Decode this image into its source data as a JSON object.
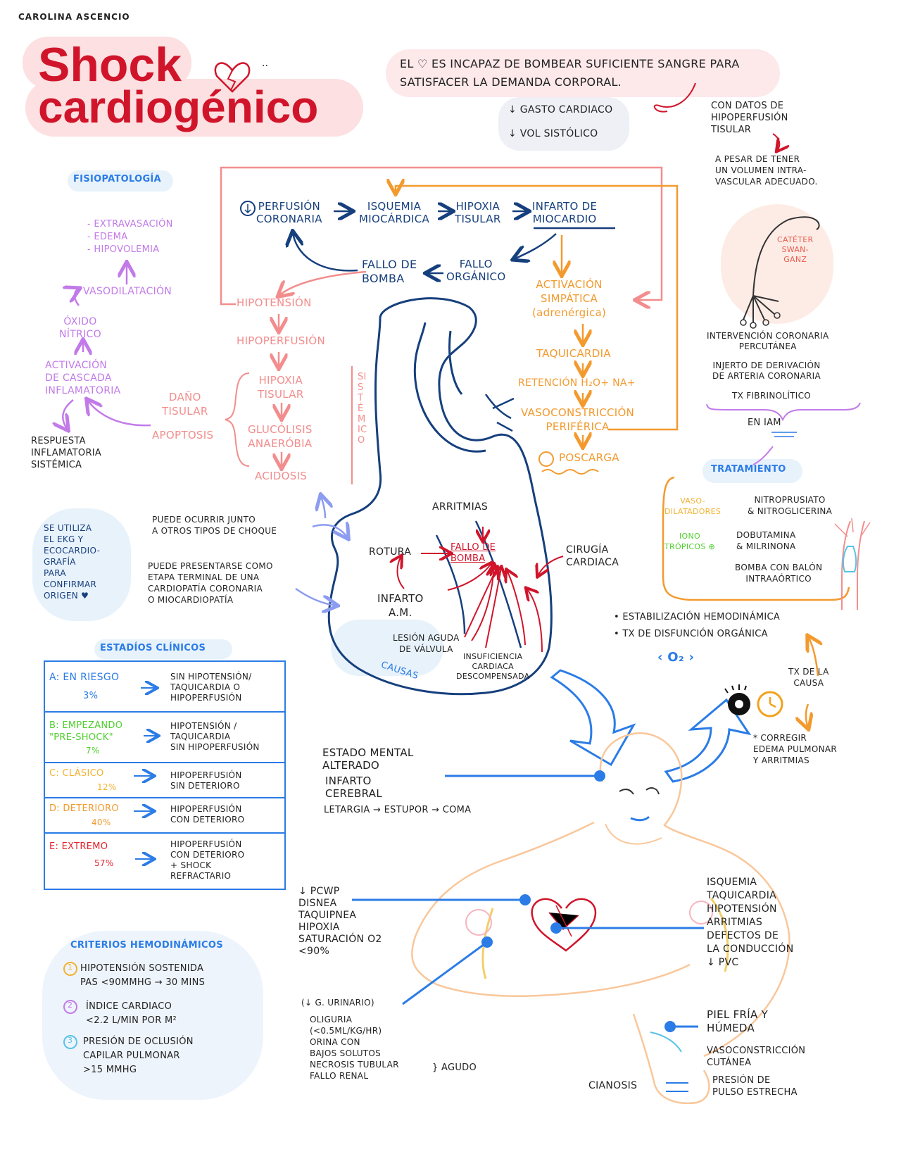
{
  "author": "CAROLINA ASCENCIO",
  "title": {
    "line1": "Shock",
    "line2": "cardiogénico"
  },
  "definition": {
    "text": "EL ♡ ES INCAPAZ DE BOMBEAR SUFICIENTE SANGRE PARA\nSATISFACER LA DEMANDA CORPORAL.",
    "bullet1": "↓ GASTO CARDIACO",
    "bullet2": "↓ VOL SISTÓLICO",
    "side1": "CON DATOS DE\nHIPOPERFUSIÓN\nTISULAR",
    "side2": "A PESAR DE TENER\nUN VOLUMEN INTRA-\nVASCULAR ADECUADO."
  },
  "fisiopatologia": {
    "label": "FISIOPATOLOGÍA",
    "effects": "- EXTRAVASACIÓN\n- EDEMA\n- HIPOVOLEMIA",
    "vasodilatacion": "VASODILATACIÓN",
    "oxido": "ÓXIDO\nNÍTRICO",
    "cascada": "ACTIVACIÓN\nDE CASCADA\nINFLAMATORIA",
    "respuesta": "RESPUESTA\nINFLAMATORIA\nSISTÉMICA",
    "dano": "DAÑO\nTISULAR",
    "apoptosis": "APOPTOSIS"
  },
  "cycle": {
    "perfusion": "PERFUSIÓN\nCORONARIA",
    "isquemia": "ISQUEMIA\nMIOCÁRDICA",
    "hipoxia": "HIPOXIA\nTISULAR",
    "infarto": "INFARTO DE\nMIOCARDIO",
    "fallo_bomba": "FALLO DE\nBOMBA",
    "fallo_organico": "FALLO\nORGÁNICO",
    "hipotension": "HIPOTENSIÓN",
    "hipoperfusion": "HIPOPERFUSIÓN",
    "hipoxia_tisular": "HIPOXIA\nTISULAR",
    "glucolisis": "GLUCÓLISIS\nANAERÓBIA",
    "acidosis": "ACIDOSIS",
    "sistemico": "SISTÉMICO",
    "activacion": "ACTIVACIÓN\nSIMPÁTICA\n(adrenérgica)",
    "taquicardia": "TAQUICARDIA",
    "retencion": "RETENCIÓN H₂O+ Na+",
    "vasoconstriccion": "VASOCONSTRICCIÓN\nPERIFÉRICA",
    "poscarga": "POSCARGA"
  },
  "causas": {
    "label": "CAUSAS",
    "arritmias": "ARRITMIAS",
    "rotura": "ROTURA",
    "fallo": "FALLO DE\nBOMBA",
    "cirugia": "CIRUGÍA\nCARDIACA",
    "infarto": "INFARTO\nA.M.",
    "lesion": "LESIÓN AGUDA\nDE VÁLVULA",
    "insuficiencia": "INSUFICIENCIA\nCARDIACA\nDESCOMPENSADA",
    "note1": "PUEDE OCURRIR JUNTO\nA OTROS TIPOS DE CHOQUE",
    "note2": "PUEDE PRESENTARSE COMO\nETAPA TERMINAL DE UNA\nCARDIOPATÍA CORONARIA\nO MIOCARDIOPATÍA"
  },
  "diagnostico": "SE UTILIZA\nEL EKG Y\nECOCARDIO-\nGRAFÍA\nPARA\nCONFIRMAR\nORIGEN ♥",
  "estadios": {
    "label": "ESTADÍOS CLÍNICOS",
    "rows": [
      {
        "name": "A: EN RIESGO",
        "pct": "3%",
        "desc": "SIN HIPOTENSIÓN/\nTAQUICARDIA O\nHIPOPERFUSIÓN",
        "color": "#2b7ce6"
      },
      {
        "name": "B: EMPEZANDO\n\"PRE-SHOCK\"",
        "pct": "7%",
        "desc": "HIPOTENSIÓN /\nTAQUICARDIA\nSIN HIPOPERFUSIÓN",
        "color": "#4fcf2e"
      },
      {
        "name": "C: CLÁSICO",
        "pct": "12%",
        "desc": "HIPOPERFUSIÓN\nSIN DETERIORO",
        "color": "#f2b233"
      },
      {
        "name": "D: DETERIORO",
        "pct": "40%",
        "desc": "HIPOPERFUSIÓN\nCON DETERIORO",
        "color": "#f39a2e"
      },
      {
        "name": "E: EXTREMO",
        "pct": "57%",
        "desc": "HIPOPERFUSIÓN\nCON DETERIORO\n+ SHOCK\nREFRACTARIO",
        "color": "#e3222c"
      }
    ]
  },
  "criterios": {
    "label": "CRITERIOS HEMODINÁMICOS",
    "items": [
      {
        "num": "1",
        "text": "HIPOTENSIÓN SOSTENIDA\nPAS <90mmHg → 30 mins",
        "color": "#f2b233"
      },
      {
        "num": "2",
        "text": "ÍNDICE CARDIACO\n<2.2 L/min por m²",
        "color": "#c27ae9"
      },
      {
        "num": "3",
        "text": "PRESIÓN DE OCLUSIÓN\nCAPILAR PULMONAR\n>15 mmHg",
        "color": "#57c3e8"
      }
    ]
  },
  "swan": "CATÉTER\nSWAN-\nGANZ",
  "tratamiento": {
    "list": [
      "INTERVENCIÓN CORONARIA\nPERCUTÁNEA",
      "INJERTO DE DERIVACIÓN\nDE ARTERIA CORONARIA",
      "TX FIBRINOLÍTICO"
    ],
    "en_iam": "EN IAM",
    "label": "TRATAMIENTO",
    "vaso_label": "VASO-\nDILATADORES",
    "vaso": "NITROPRUSIATO\n& NITROGLICERINA",
    "iono_label": "IONO\nTRÓPICOS ⊕",
    "iono": "DOBUTAMINA\n& MILRINONA",
    "bomba": "BOMBA CON BALÓN\nINTRAAÓRTICO",
    "estab1": "• ESTABILIZACIÓN HEMODINÁMICA",
    "estab2": "• TX DE DISFUNCIÓN ORGÁNICA",
    "o2": "‹ O₂ ›",
    "causa": "TX DE LA\nCAUSA",
    "corregir": "* CORREGIR\nEDEMA PULMONAR\nY ARRITMIAS"
  },
  "body": {
    "mental": "ESTADO MENTAL\nALTERADO",
    "infarto": "INFARTO\nCEREBRAL",
    "letargia": "LETARGIA → ESTUPOR → COMA",
    "pulmonar": "↓ PCWP\nDISNEA\nTAQUIPNEA\nHIPOXIA\nSATURACIÓN O2\n<90%",
    "renal_head": "(↓ G. URINARIO)",
    "renal": "OLIGURIA\n(<0.5ml/kg/hr)\nORINA CON\nBAJOS SOLUTOS\nNECROSIS TUBULAR\nFALLO RENAL",
    "agudo": "} AGUDO",
    "cardiaco": "ISQUEMIA\nTAQUICARDIA\nHIPOTENSIÓN\nARRITMIAS\nDEFECTOS DE\nLA CONDUCCIÓN\n↓ PVC",
    "piel": "PIEL FRÍA Y\nHÚMEDA",
    "vaso": "VASOCONSTRICCIÓN\nCUTÁNEA",
    "presion": "PRESIÓN DE\nPULSO ESTRECHA",
    "cianosis": "CIANOSIS"
  }
}
